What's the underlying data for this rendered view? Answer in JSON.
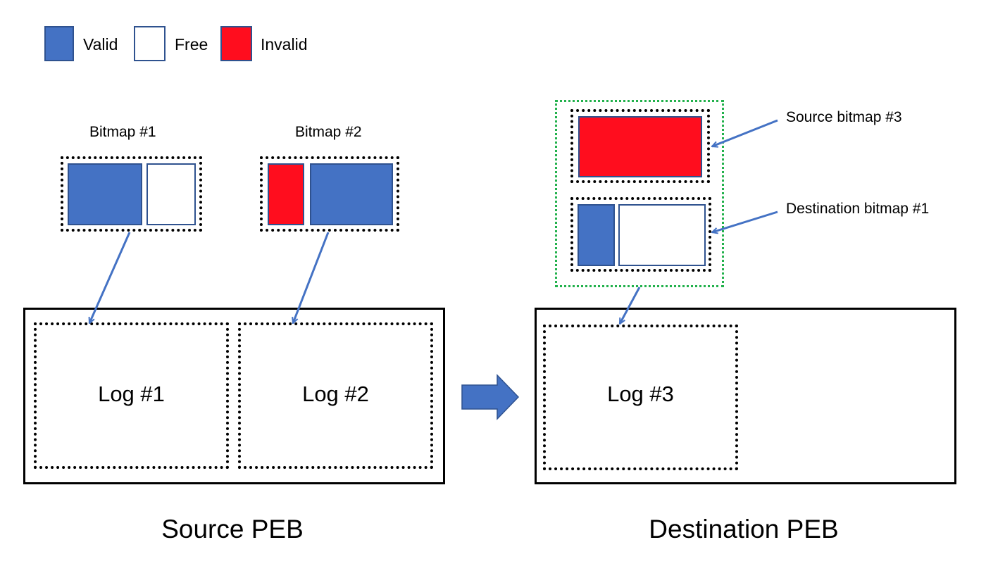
{
  "legend": {
    "items": [
      {
        "label": "Valid",
        "kind": "valid"
      },
      {
        "label": "Free",
        "kind": "free"
      },
      {
        "label": "Invalid",
        "kind": "invalid"
      }
    ]
  },
  "source": {
    "bitmaps": [
      {
        "title": "Bitmap #1",
        "blocks": [
          "valid",
          "free"
        ]
      },
      {
        "title": "Bitmap #2",
        "blocks": [
          "invalid",
          "valid"
        ]
      }
    ],
    "logs": [
      {
        "label": "Log #1"
      },
      {
        "label": "Log #2"
      }
    ],
    "peb_label": "Source PEB"
  },
  "destination": {
    "bitmaps": [
      {
        "callout": "Source bitmap #3",
        "blocks": [
          "invalid"
        ]
      },
      {
        "callout": "Destination bitmap #1",
        "blocks": [
          "valid",
          "free"
        ]
      }
    ],
    "logs": [
      {
        "label": "Log #3"
      }
    ],
    "peb_label": "Destination PEB"
  },
  "colors": {
    "valid": "#4472c4",
    "free": "#ffffff",
    "invalid": "#ff0d1e",
    "outline": "#2f528f",
    "arrow": "#4472c4",
    "group_border": "#22b14c"
  }
}
